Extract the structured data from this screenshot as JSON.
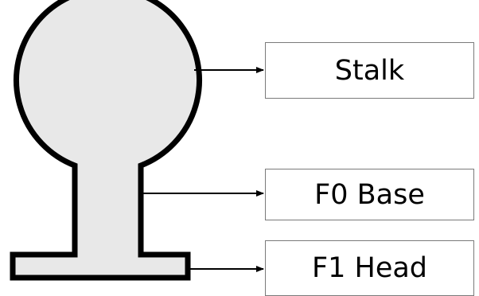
{
  "labels": {
    "stalk": "Stalk",
    "base": "F0 Base",
    "head": "F1 Head"
  },
  "colors": {
    "shape_fill": "#e8e8e8",
    "shape_stroke": "#000000",
    "box_border": "#7a7a7a",
    "text": "#000000"
  }
}
